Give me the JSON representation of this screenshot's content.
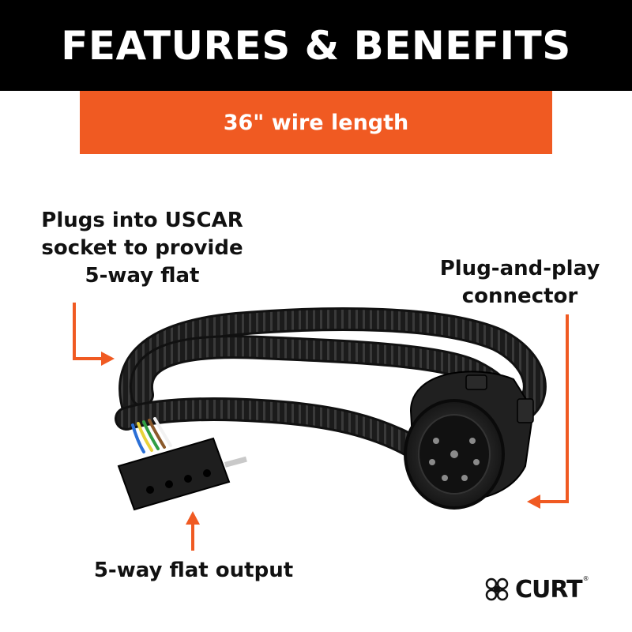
{
  "header": {
    "title": "FEATURES & BENEFITS"
  },
  "banner": {
    "text": "36\" wire length"
  },
  "callouts": {
    "left": {
      "lines": [
        "Plugs into USCAR",
        "socket to provide",
        "5-way flat"
      ]
    },
    "right": {
      "lines": [
        "Plug-and-play",
        "connector"
      ]
    },
    "bottom": {
      "text": "5-way flat output"
    }
  },
  "brand": {
    "name": "CURT",
    "trademark": "®"
  },
  "colors": {
    "accent": "#f05a22",
    "header_bg": "#000000",
    "text": "#111111"
  },
  "icons": [
    "arrow-right-icon",
    "arrow-left-icon",
    "arrow-up-icon",
    "curt-logo-icon"
  ]
}
